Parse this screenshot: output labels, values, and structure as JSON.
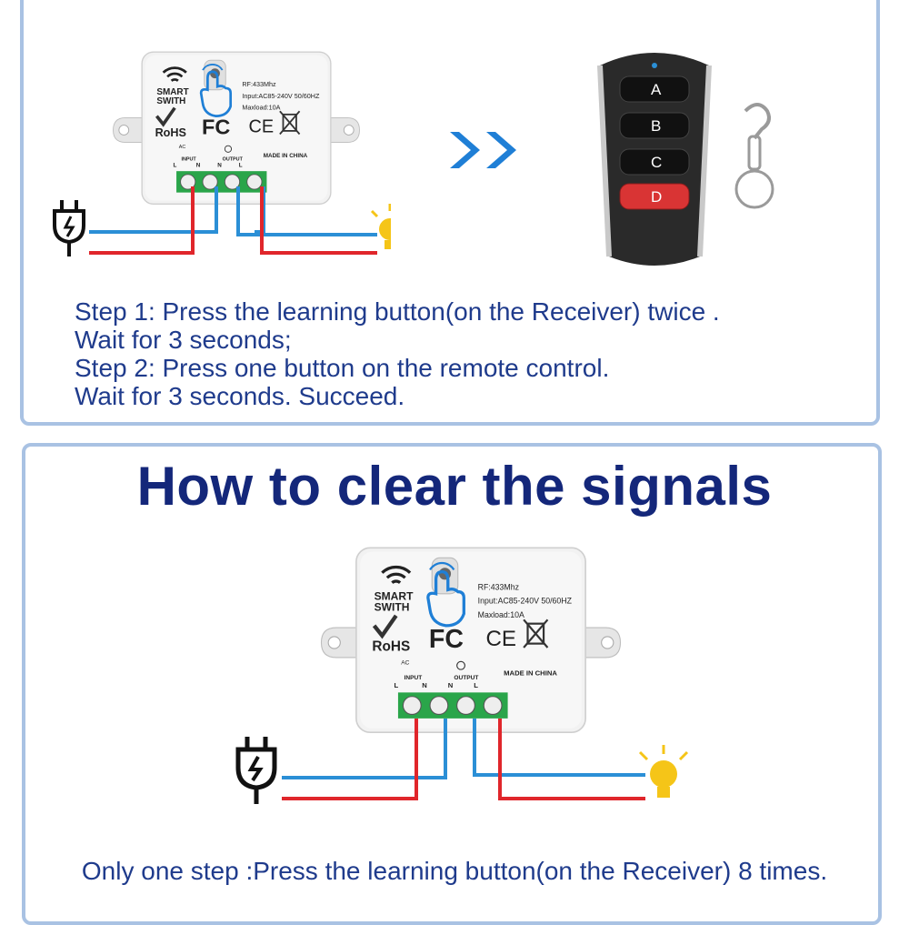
{
  "top": {
    "instructions": [
      "Step 1: Press the learning button(on the Receiver) twice .",
      "Wait for 3 seconds;",
      "Step 2: Press one button on the remote control.",
      "Wait for 3 seconds. Succeed."
    ],
    "remote_buttons": [
      "A",
      "B",
      "C",
      "D"
    ]
  },
  "bottom": {
    "title": "How to clear the signals",
    "instruction": "Only one step :Press the learning button(on the Receiver) 8 times."
  },
  "receiver": {
    "brand_line1": "SMART",
    "brand_line2": "SWITH",
    "rf": "RF:433Mhz",
    "input_spec": "Input:AC85-240V 50/60HZ",
    "maxload": "Maxload:10A",
    "rohs": "RoHS",
    "fc": "FC",
    "ce": "CE",
    "ac": "AC",
    "input_label": "INPUT",
    "output_label": "OUTPUT",
    "made_in": "MADE IN CHINA",
    "terminal_labels": [
      "L",
      "N",
      "N",
      "L"
    ]
  },
  "colors": {
    "panel_border": "#a9c2e3",
    "text_blue": "#1f3b8c",
    "title_blue": "#14277a",
    "wire_red": "#e0262b",
    "wire_blue": "#2b8fd6",
    "terminal_green": "#2aa54a",
    "bulb_yellow": "#f5c518",
    "arrow_blue": "#1f7fd6",
    "remote_red_button": "#d93434"
  },
  "icons": [
    "wifi-icon",
    "hand-press-icon",
    "check-icon",
    "weee-bin-icon",
    "power-plug-icon",
    "light-bulb-icon",
    "double-chevron-right-icon",
    "keyring-icon"
  ]
}
